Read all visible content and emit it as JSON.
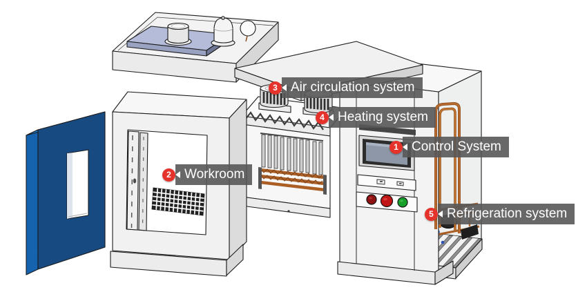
{
  "diagram": {
    "type": "labeled-technical-diagram",
    "subject": "Environmental test chamber exploded view",
    "callouts": [
      {
        "number": "1",
        "label": "Control System"
      },
      {
        "number": "2",
        "label": "Workroom"
      },
      {
        "number": "3",
        "label": "Air circulation system"
      },
      {
        "number": "4",
        "label": "Heating system"
      },
      {
        "number": "5",
        "label": "Refrigeration system"
      }
    ],
    "colors": {
      "callout_bg": "#585858",
      "callout_text": "#ffffff",
      "badge_red": "#e5322b",
      "door_front_blue": "#184a82",
      "door_side_blue": "#1563ae",
      "door_top_blue": "#1f7cd4",
      "copper_pipe": "#b5672a",
      "lavender_panel": "#b4bcda",
      "screen_gray": "#8d97a7",
      "button_dark_red": "#8e1212",
      "button_red": "#c01616",
      "button_green": "#18a12a",
      "machine_body": "#f2f2f2"
    }
  }
}
